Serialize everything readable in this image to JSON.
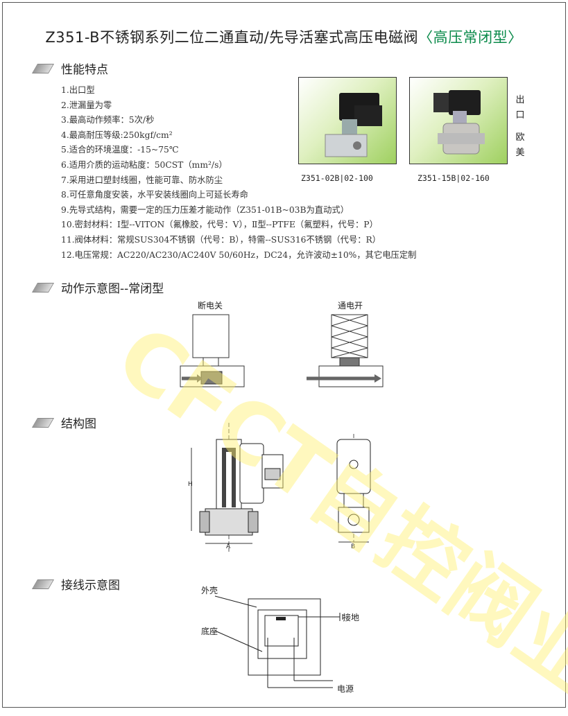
{
  "title": {
    "main": "Z351-B不锈钢系列二位二通直动/先导活塞式高压电磁阀",
    "type": "〈高压常闭型〉"
  },
  "sections": {
    "features": "性能特点",
    "action": "动作示意图--常闭型",
    "structure": "结构图",
    "wiring": "接线示意图"
  },
  "features": [
    "1.出口型",
    "2.泄漏量为零",
    "3.最高动作频率：5次/秒",
    "4.最高耐压等级:250kgf/cm²",
    "5.适合的环境温度：-15~75℃",
    "6.适用介质的运动粘度：50CST（mm²/s）",
    "7.采用进口塑封线圈，性能可靠、防水防尘",
    "8.可任意角度安装，水平安装线圈向上可延长寿命",
    "9.先导式结构，需要一定的压力压差才能动作（Z351-01B~03B为直动式）",
    "10.密封材料：Ⅰ型--VITON（氟橡胶，代号：V），Ⅱ型--PTFE（氟塑料，代号：P）",
    "11.阀体材料：常规SUS304不锈钢（代号：B），特需--SUS316不锈钢（代号：R）",
    "12.电压常规：AC220/AC230/AC240V  50/60Hz，DC24，允许波动±10%，其它电压定制"
  ],
  "photos": [
    {
      "caption": "Z351-02B|02-100"
    },
    {
      "caption": "Z351-15B|02-160"
    }
  ],
  "side_text": [
    "出",
    "口",
    "欧",
    "美"
  ],
  "action": {
    "off": "断电关",
    "on": "通电开"
  },
  "structure": {
    "dim_a": "A",
    "dim_b": "B",
    "dim_h": "H"
  },
  "wiring": {
    "shell": "外壳",
    "ground": "接地",
    "base": "底座",
    "power": "电源"
  },
  "watermark": "CFCT自控阀业"
}
